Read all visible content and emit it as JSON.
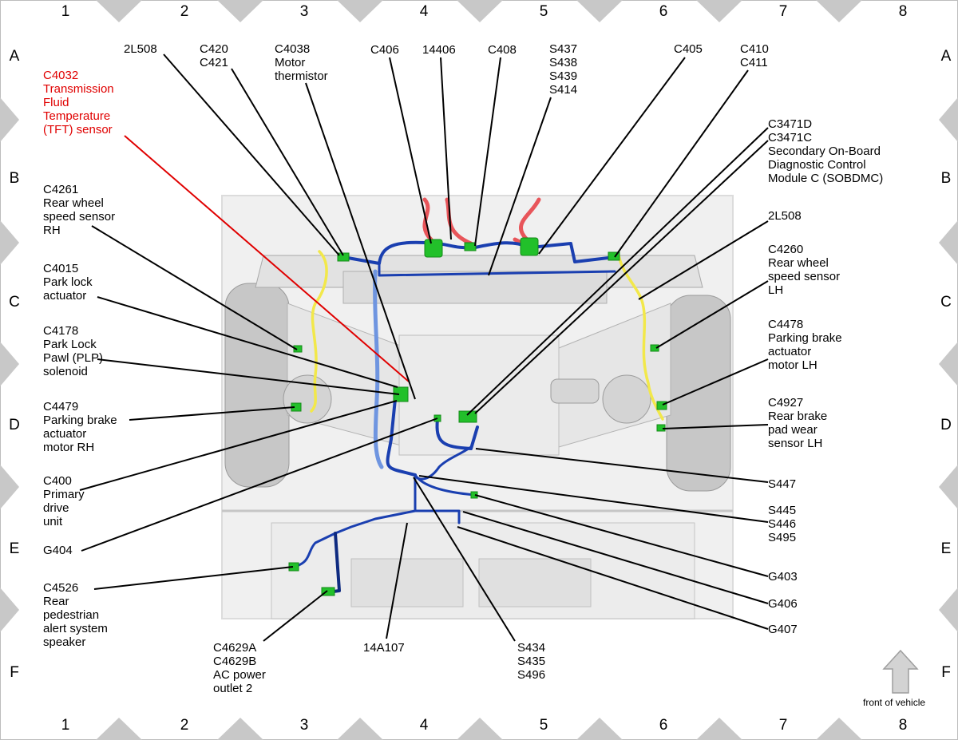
{
  "columns": [
    "1",
    "2",
    "3",
    "4",
    "5",
    "6",
    "7",
    "8"
  ],
  "rows": [
    "A",
    "B",
    "C",
    "D",
    "E",
    "F"
  ],
  "front_label": "front of vehicle",
  "colors": {
    "highlight": "#e00000",
    "harness_blue": "#1a3fb0",
    "harness_lightblue": "#6f95e0",
    "harness_yellow": "#f2e84a",
    "harness_red": "#e8555a",
    "connector_green": "#22c02a",
    "border_triangle": "#c8c8c8"
  },
  "labels": [
    {
      "id": "c4032",
      "text": "C4032\nTransmission\nFluid\nTemperature\n(TFT) sensor",
      "highlight": true
    },
    {
      "id": "2l508-rh",
      "text": "2L508"
    },
    {
      "id": "c420",
      "text": "C420\nC421"
    },
    {
      "id": "c4038",
      "text": "C4038\nMotor\nthermistor"
    },
    {
      "id": "c406",
      "text": "C406"
    },
    {
      "id": "14406",
      "text": "14406"
    },
    {
      "id": "c408",
      "text": "C408"
    },
    {
      "id": "s437",
      "text": "S437\nS438\nS439\nS414"
    },
    {
      "id": "c405",
      "text": "C405"
    },
    {
      "id": "c410",
      "text": "C410\nC411"
    },
    {
      "id": "c3471",
      "text": "C3471D\nC3471C\nSecondary On-Board\nDiagnostic Control\nModule C (SOBDMC)"
    },
    {
      "id": "c4261",
      "text": "C4261\nRear wheel\nspeed sensor\nRH"
    },
    {
      "id": "2l508-lh",
      "text": "2L508"
    },
    {
      "id": "c4260",
      "text": "C4260\nRear wheel\nspeed sensor\nLH"
    },
    {
      "id": "c4015",
      "text": "C4015\nPark lock\nactuator"
    },
    {
      "id": "c4478",
      "text": "C4478\nParking brake\nactuator\nmotor LH"
    },
    {
      "id": "c4178",
      "text": "C4178\nPark Lock\nPawl (PLP)\nsolenoid"
    },
    {
      "id": "c4479",
      "text": "C4479\nParking brake\nactuator\nmotor RH"
    },
    {
      "id": "c4927",
      "text": "C4927\nRear brake\npad wear\nsensor LH"
    },
    {
      "id": "c400",
      "text": "C400\nPrimary\ndrive\nunit"
    },
    {
      "id": "s447",
      "text": "S447"
    },
    {
      "id": "s445",
      "text": "S445\nS446\nS495"
    },
    {
      "id": "g404",
      "text": "G404"
    },
    {
      "id": "c4526",
      "text": "C4526\nRear\npedestrian\nalert system\nspeaker"
    },
    {
      "id": "g403",
      "text": "G403"
    },
    {
      "id": "g406",
      "text": "G406"
    },
    {
      "id": "g407",
      "text": "G407"
    },
    {
      "id": "c4629",
      "text": "C4629A\nC4629B\nAC power\noutlet 2"
    },
    {
      "id": "14a107",
      "text": "14A107"
    },
    {
      "id": "s434",
      "text": "S434\nS435\nS496"
    }
  ]
}
